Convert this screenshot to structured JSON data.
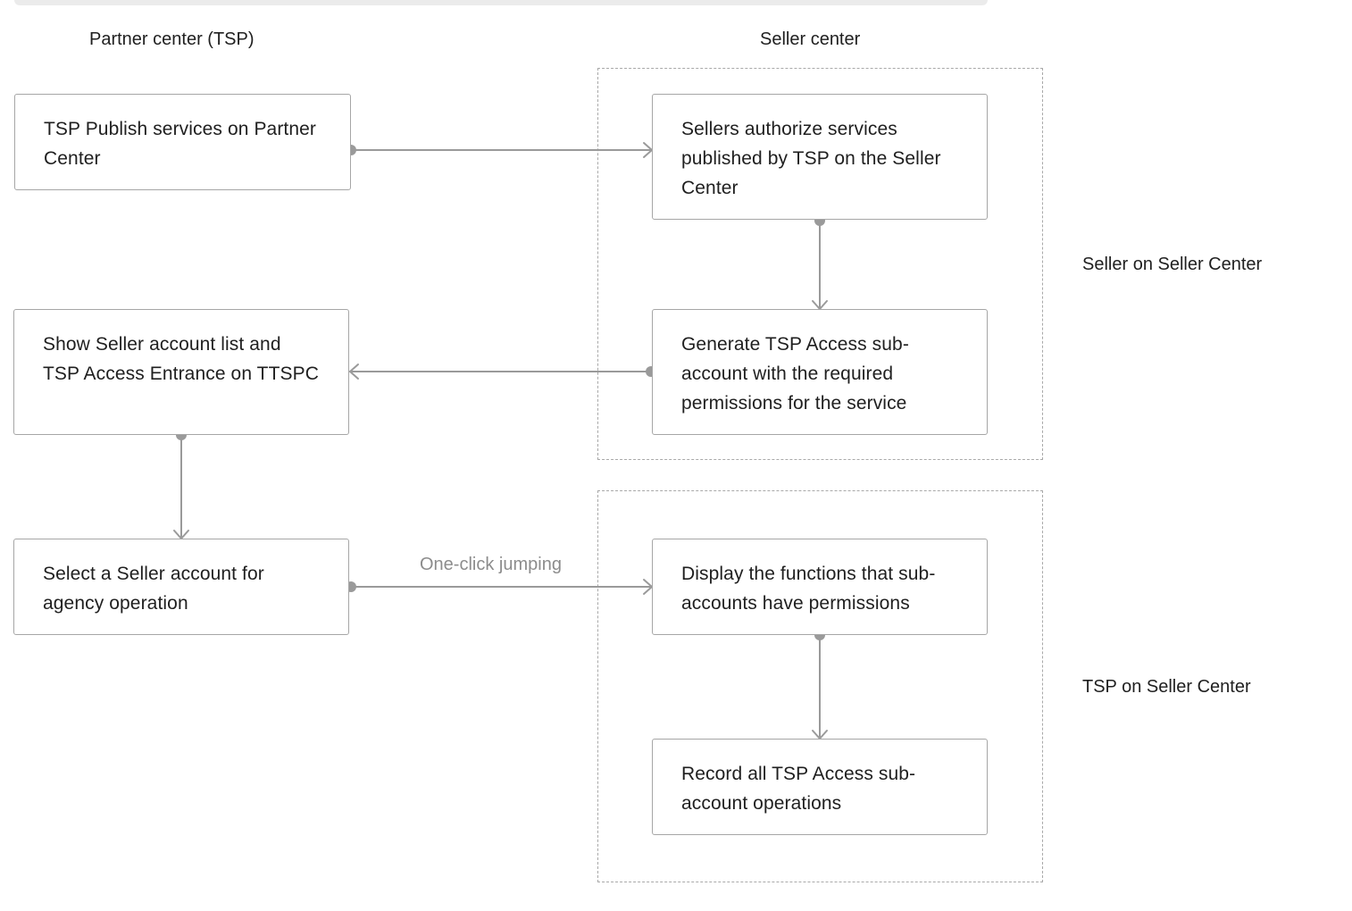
{
  "headers": {
    "partner_center": "Partner center (TSP)",
    "seller_center": "Seller center"
  },
  "groups": {
    "seller_on_seller_center": "Seller on Seller Center",
    "tsp_on_seller_center": "TSP on Seller Center"
  },
  "nodes": {
    "tsp_publish": "TSP Publish services on Partner Center",
    "sellers_authorize": "Sellers authorize services published by TSP on the Seller Center",
    "generate_subaccount": "Generate TSP Access sub-account with the required permissions for the service",
    "show_seller_list": "Show Seller account list and TSP Access Entrance on TTSPC",
    "select_seller_account": "Select a Seller account for agency operation",
    "display_functions": "Display the functions that sub-accounts have permissions",
    "record_operations": "Record all TSP Access sub-account operations"
  },
  "edges": {
    "one_click_jumping": "One-click jumping"
  },
  "colors": {
    "line": "#9a9a9a",
    "node_border": "#a6a6a6",
    "dashed_border": "#a9a9a9",
    "text": "#1f1f1f",
    "muted_text": "#8c8c8c"
  }
}
